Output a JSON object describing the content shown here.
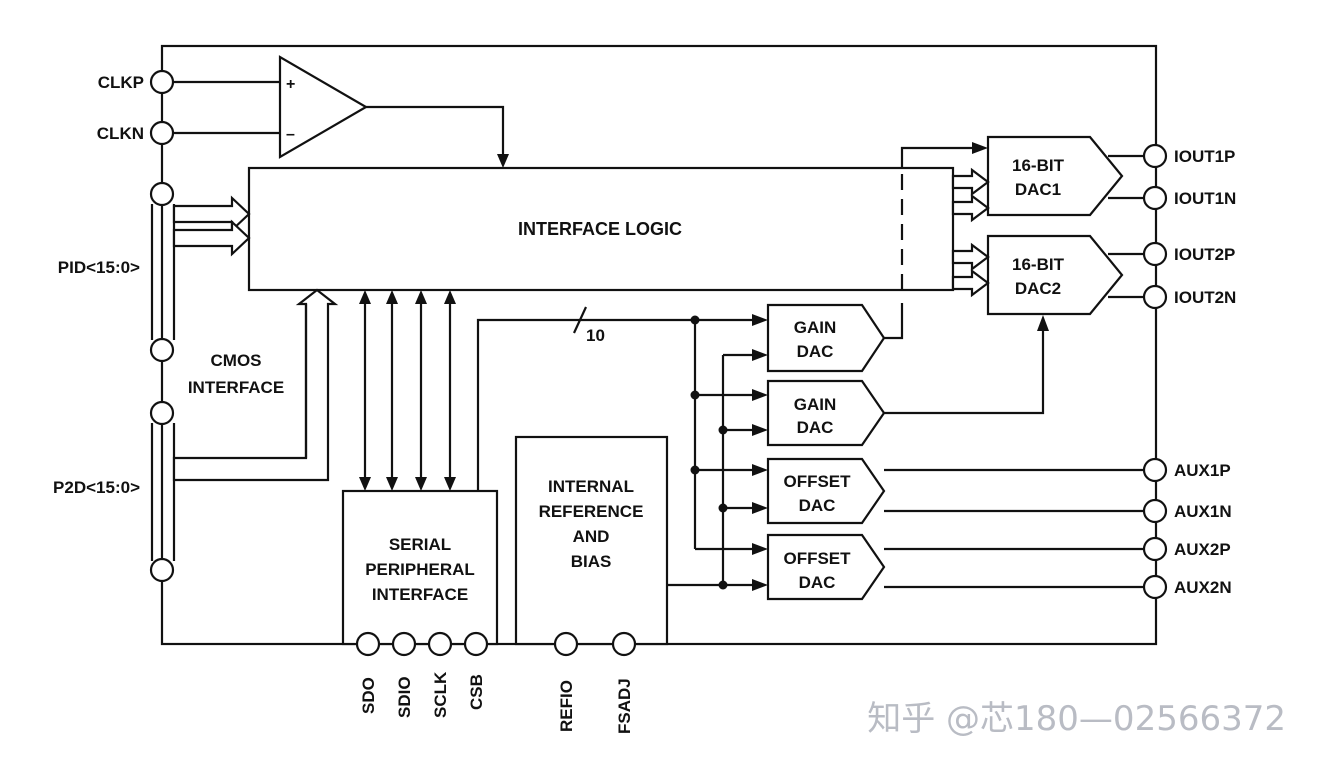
{
  "pins": {
    "clkp": "CLKP",
    "clkn": "CLKN",
    "pid": "PID<15:0>",
    "p2d": "P2D<15:0>",
    "iout1p": "IOUT1P",
    "iout1n": "IOUT1N",
    "iout2p": "IOUT2P",
    "iout2n": "IOUT2N",
    "aux1p": "AUX1P",
    "aux1n": "AUX1N",
    "aux2p": "AUX2P",
    "aux2n": "AUX2N",
    "sdo": "SDO",
    "sdio": "SDIO",
    "sclk": "SCLK",
    "csb": "CSB",
    "refio": "REFIO",
    "fsadj": "FSADJ"
  },
  "blocks": {
    "interface_logic": "INTERFACE LOGIC",
    "cmos_line1": "CMOS",
    "cmos_line2": "INTERFACE",
    "spi_line1": "SERIAL",
    "spi_line2": "PERIPHERAL",
    "spi_line3": "INTERFACE",
    "ref_line1": "INTERNAL",
    "ref_line2": "REFERENCE",
    "ref_line3": "AND",
    "ref_line4": "BIAS",
    "dac1_line1": "16-BIT",
    "dac1_line2": "DAC1",
    "dac2_line1": "16-BIT",
    "dac2_line2": "DAC2",
    "gain1_line1": "GAIN",
    "gain1_line2": "DAC",
    "gain2_line1": "GAIN",
    "gain2_line2": "DAC",
    "offset1_line1": "OFFSET",
    "offset1_line2": "DAC",
    "offset2_line1": "OFFSET",
    "offset2_line2": "DAC"
  },
  "labels": {
    "comparator_plus": "+",
    "comparator_minus": "–",
    "bus_width": "10"
  },
  "watermark": "知乎 @芯180—02566372"
}
